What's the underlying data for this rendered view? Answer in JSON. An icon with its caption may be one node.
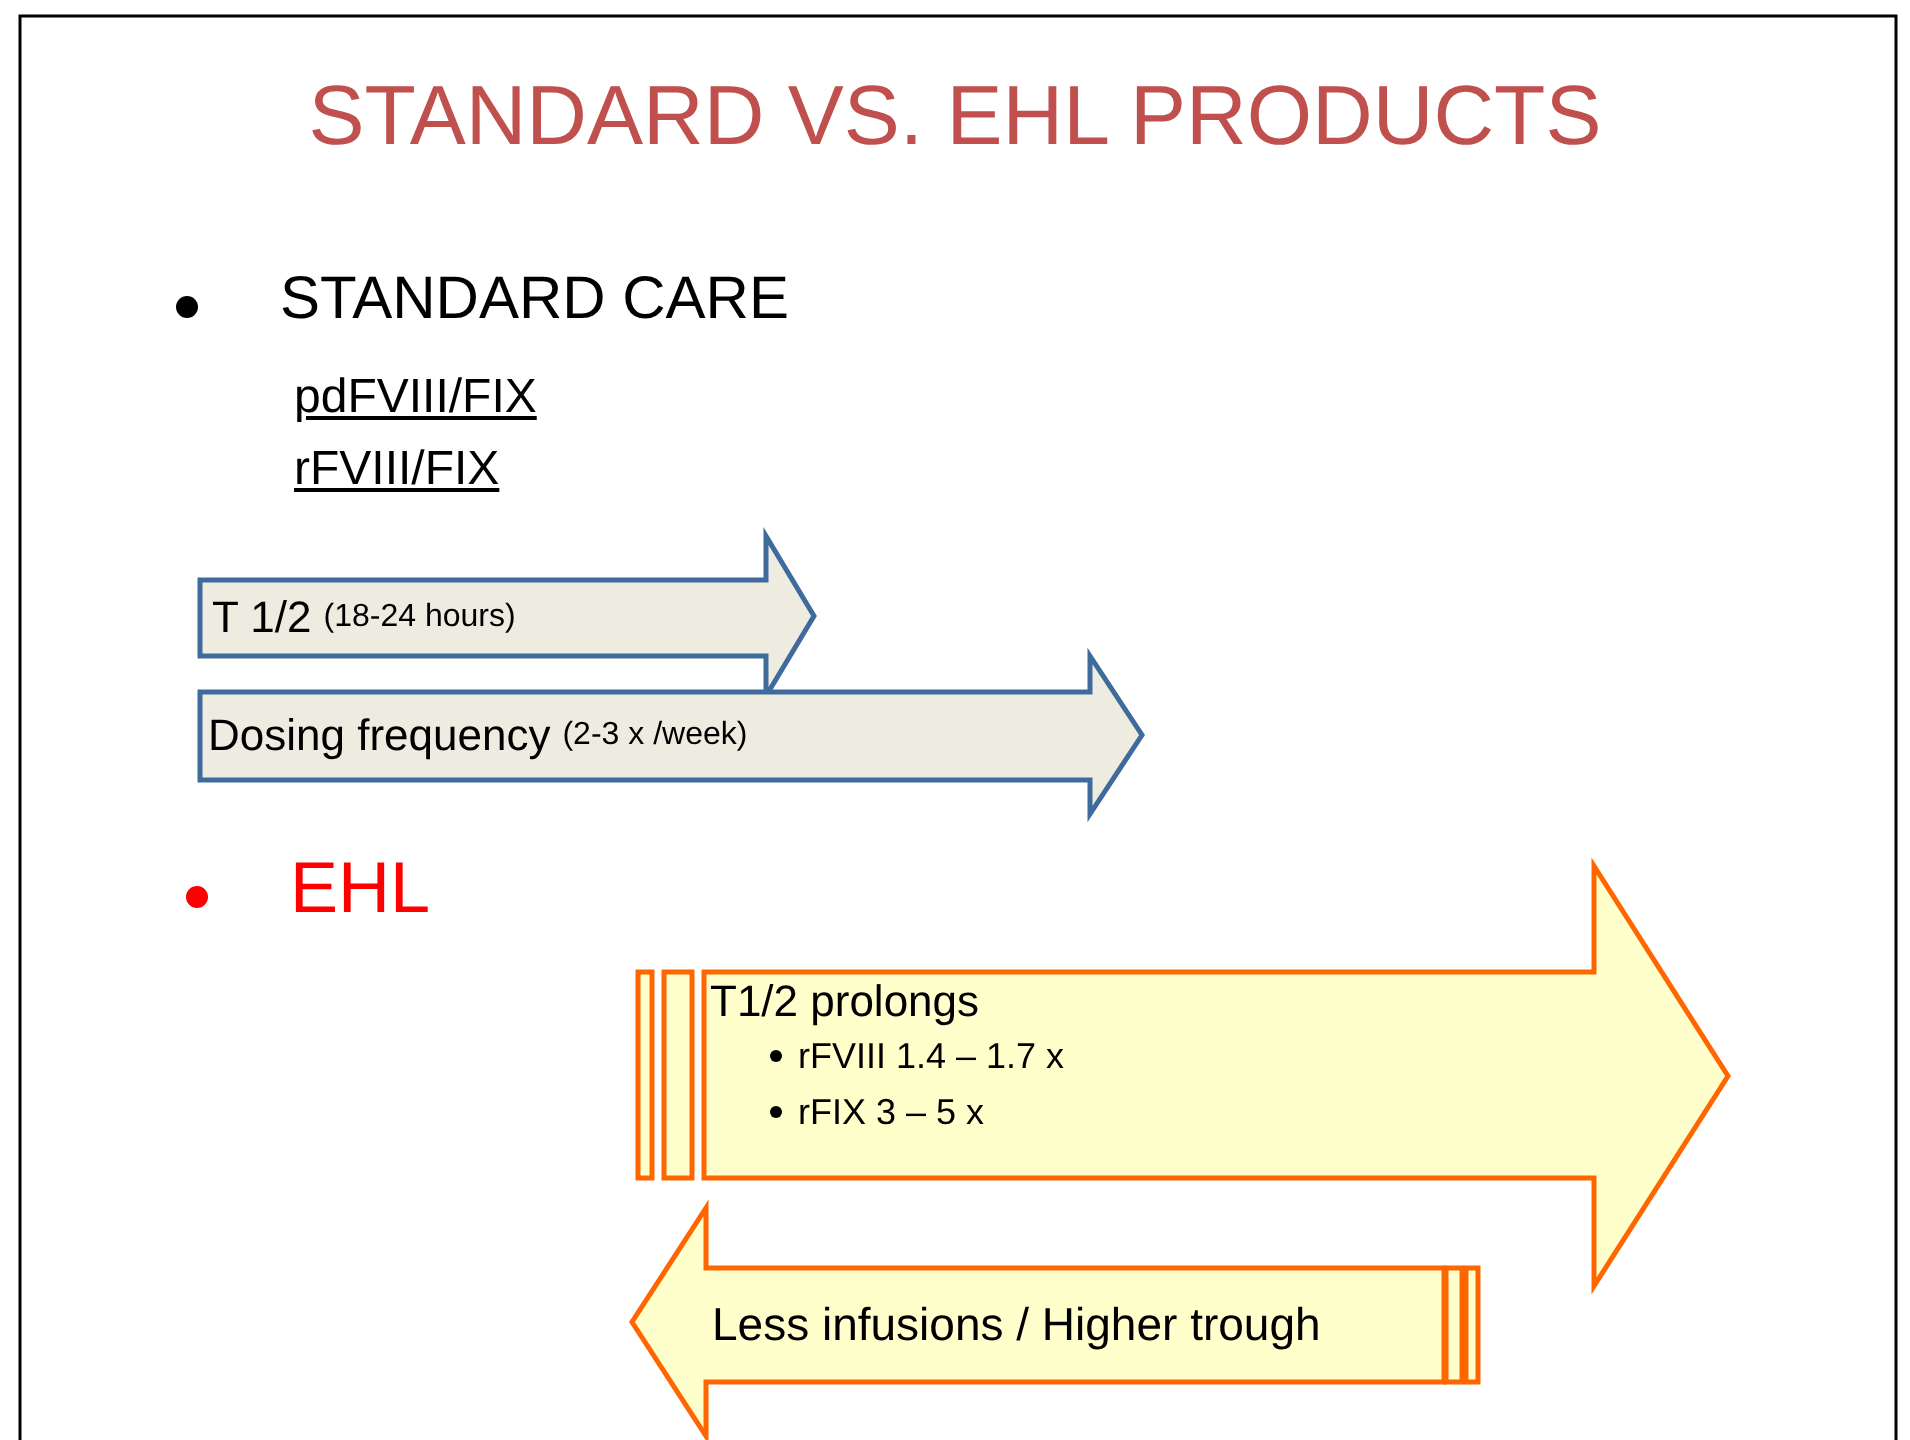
{
  "diagram": {
    "title": "STANDARD VS. EHL PRODUCTS",
    "nodes": [
      {
        "text": [
          "T 1/2",
          "(18-24 hours)"
        ]
      },
      {
        "text": [
          "Dosing frequency",
          "(2-3 x /week)"
        ]
      },
      {
        "text": [
          "T1/2 prolongs",
          "rFVIII 1.4 – 1.7 x",
          "rFIX 3 – 5 x"
        ]
      },
      {
        "text": [
          "Less infusions / Higher trough"
        ]
      }
    ],
    "labels": [
      "STANDARD CARE",
      "pdFVIII/FIX",
      "rFVIII/FIX",
      "EHL"
    ]
  }
}
